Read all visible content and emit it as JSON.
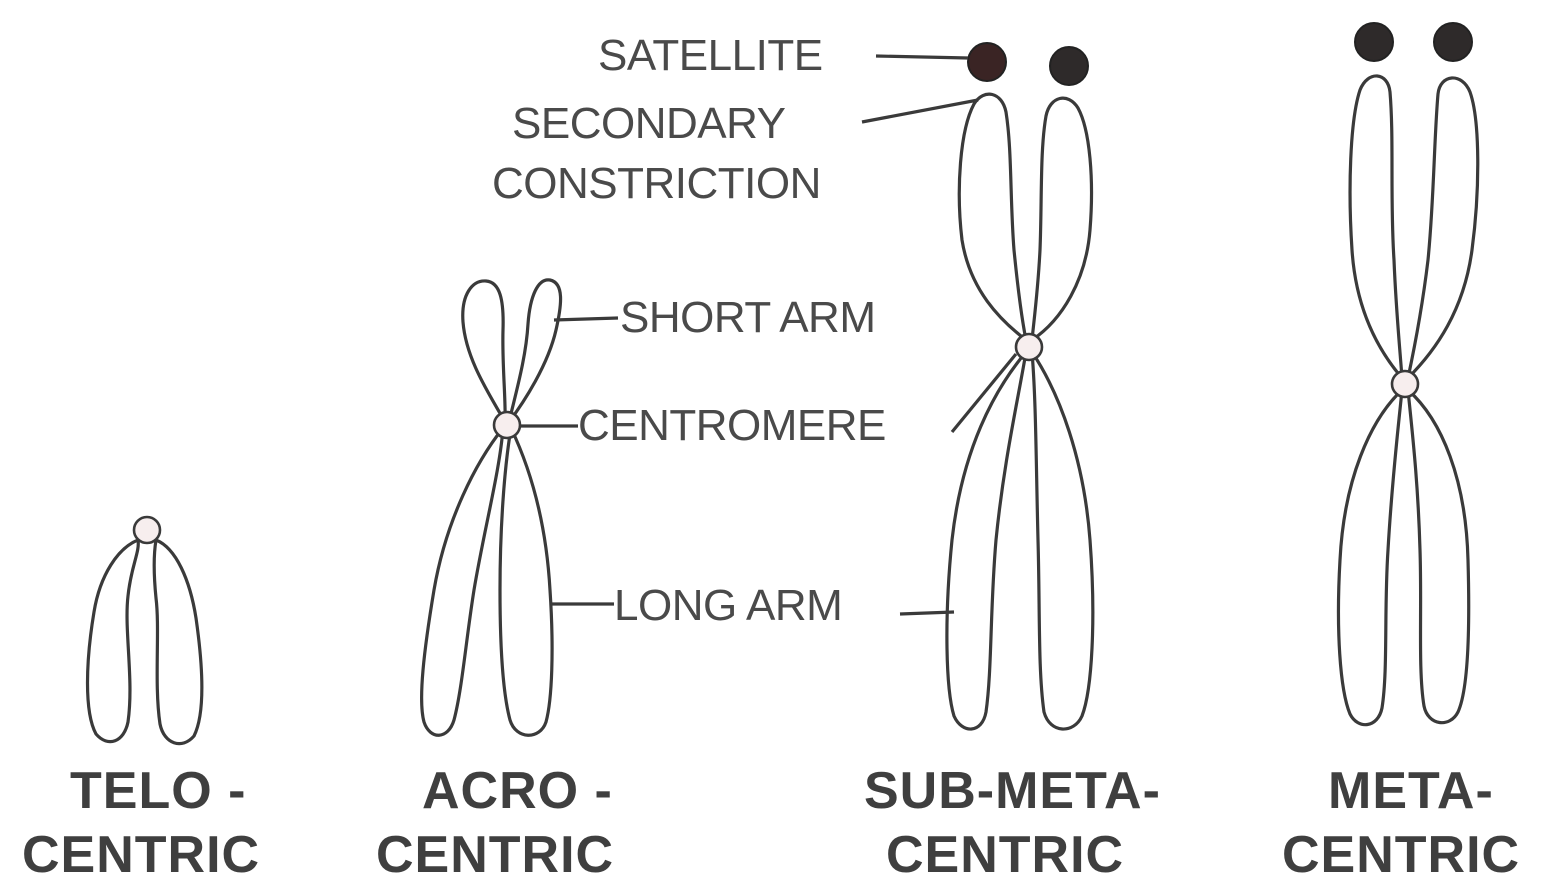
{
  "labels": {
    "satellite": "SATELLITE",
    "secondary_constriction_line1": "SECONDARY",
    "secondary_constriction_line2": "CONSTRICTION",
    "short_arm": "SHORT ARM",
    "centromere": "CENTROMERE",
    "long_arm": "LONG ARM"
  },
  "types": [
    {
      "line1": "TELO -",
      "line2": "CENTRIC"
    },
    {
      "line1": "ACRO -",
      "line2": "CENTRIC"
    },
    {
      "line1": "SUB-META-",
      "line2": "CENTRIC"
    },
    {
      "line1": "META-",
      "line2": "CENTRIC"
    }
  ],
  "colors": {
    "ink": "#3a3a3a",
    "satellite": "#2e2a2a",
    "background": "#ffffff"
  }
}
